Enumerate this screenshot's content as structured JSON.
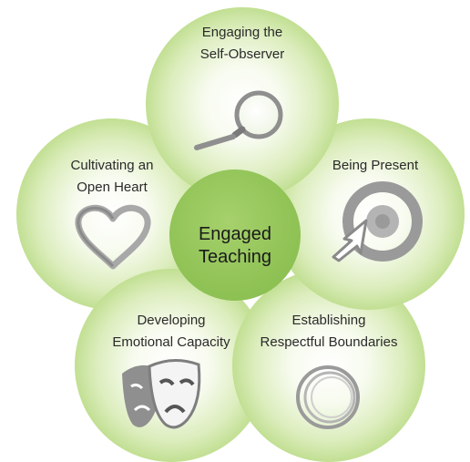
{
  "center": {
    "line1": "Engaged",
    "line2": "Teaching"
  },
  "petals": [
    {
      "id": "self-observer",
      "line1": "Engaging the",
      "line2": "Self-Observer",
      "icon": "magnifying-glass-icon"
    },
    {
      "id": "being-present",
      "line1": "Being Present",
      "line2": "",
      "icon": "target-arrow-icon"
    },
    {
      "id": "boundaries",
      "line1": "Establishing",
      "line2": "Respectful Boundaries",
      "icon": "rings-icon"
    },
    {
      "id": "emotional-capacity",
      "line1": "Developing",
      "line2": "Emotional Capacity",
      "icon": "theater-masks-icon"
    },
    {
      "id": "open-heart",
      "line1": "Cultivating an",
      "line2": "Open Heart",
      "icon": "heart-icon"
    }
  ],
  "colors": {
    "petal_edge": "#95c65a",
    "center_fill": "#92c458",
    "icon_gray": "#9a9a9a"
  }
}
